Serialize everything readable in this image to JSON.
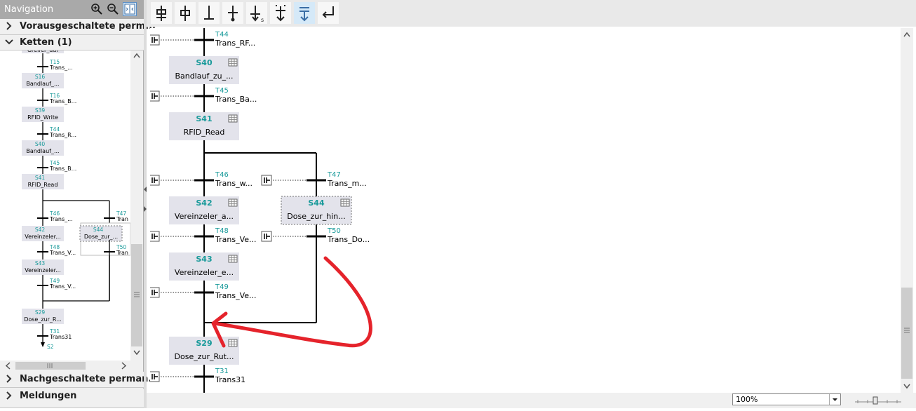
{
  "navigation": {
    "title": "Navigation",
    "sections": {
      "preceding": "Vorausgeschaltete perm...",
      "chains": "Ketten (1)",
      "following": "Nachgeschaltete perman...",
      "messages": "Meldungen"
    },
    "overview": {
      "partial_top_label": "Greifer_auf",
      "items": [
        {
          "kind": "transition",
          "num": "T15",
          "name": "Trans_..."
        },
        {
          "kind": "step",
          "num": "S16",
          "name": "Bandlauf_..."
        },
        {
          "kind": "transition",
          "num": "T16",
          "name": "Trans_B..."
        },
        {
          "kind": "step",
          "num": "S39",
          "name": "RFID_Write"
        },
        {
          "kind": "transition",
          "num": "T44",
          "name": "Trans_R..."
        },
        {
          "kind": "step",
          "num": "S40",
          "name": "Bandlauf_..."
        },
        {
          "kind": "transition",
          "num": "T45",
          "name": "Trans_B..."
        },
        {
          "kind": "step",
          "num": "S41",
          "name": "RFID_Read"
        }
      ],
      "branch_left": [
        {
          "kind": "transition",
          "num": "T46",
          "name": "Trans_..."
        },
        {
          "kind": "step",
          "num": "S42",
          "name": "Vereinzeler..."
        },
        {
          "kind": "transition",
          "num": "T48",
          "name": "Trans_V..."
        },
        {
          "kind": "step",
          "num": "S43",
          "name": "Vereinzeler..."
        },
        {
          "kind": "transition",
          "num": "T49",
          "name": "Trans_V..."
        }
      ],
      "branch_right": [
        {
          "kind": "transition",
          "num": "T47",
          "name": "Tran"
        },
        {
          "kind": "step",
          "num": "S44",
          "name": "Dose_zur_..."
        },
        {
          "kind": "transition",
          "num": "T50",
          "name": "Tran"
        }
      ],
      "tail": [
        {
          "kind": "step",
          "num": "S29",
          "name": "Dose_zur_R..."
        },
        {
          "kind": "transition",
          "num": "T31",
          "name": "Trans31"
        }
      ],
      "jump_target": "S2"
    }
  },
  "toolbar": {
    "buttons": [
      {
        "name": "insert-step-transition-button",
        "icon": "step-transition-icon"
      },
      {
        "name": "insert-step-button",
        "icon": "step-icon"
      },
      {
        "name": "insert-transition-button",
        "icon": "transition-icon"
      },
      {
        "name": "insert-jump-button",
        "icon": "jump-icon"
      },
      {
        "name": "insert-simultaneous-branch-button",
        "icon": "branch-s-icon"
      },
      {
        "name": "insert-alternative-branch-button",
        "icon": "alt-branch-icon"
      },
      {
        "name": "open-branch-button",
        "icon": "open-branch-icon"
      },
      {
        "name": "close-branch-button",
        "icon": "close-branch-icon"
      }
    ]
  },
  "editor": {
    "main_chain_top": [
      {
        "kind": "transition",
        "num": "T44",
        "name": "Trans_RF..."
      },
      {
        "kind": "step",
        "num": "S40",
        "name": "Bandlauf_zu_..."
      },
      {
        "kind": "transition",
        "num": "T45",
        "name": "Trans_Ba..."
      },
      {
        "kind": "step",
        "num": "S41",
        "name": "RFID_Read"
      }
    ],
    "left_branch": [
      {
        "kind": "transition",
        "num": "T46",
        "name": "Trans_w..."
      },
      {
        "kind": "step",
        "num": "S42",
        "name": "Vereinzeler_a..."
      },
      {
        "kind": "transition",
        "num": "T48",
        "name": "Trans_Ve..."
      },
      {
        "kind": "step",
        "num": "S43",
        "name": "Vereinzeler_e..."
      },
      {
        "kind": "transition",
        "num": "T49",
        "name": "Trans_Ve..."
      }
    ],
    "right_branch": [
      {
        "kind": "transition",
        "num": "T47",
        "name": "Trans_m..."
      },
      {
        "kind": "step",
        "num": "S44",
        "name": "Dose_zur_hin..."
      },
      {
        "kind": "transition",
        "num": "T50",
        "name": "Trans_Do..."
      }
    ],
    "main_chain_bottom": [
      {
        "kind": "step",
        "num": "S29",
        "name": "Dose_zur_Rut..."
      },
      {
        "kind": "transition",
        "num": "T31",
        "name": "Trans31"
      }
    ]
  },
  "status": {
    "zoom": "100%"
  },
  "colors": {
    "step_number": "#199a9a",
    "step_box": "#e3e3eb",
    "annotation_arrow": "#e5232b",
    "nav_header": "#a9a9a9"
  }
}
